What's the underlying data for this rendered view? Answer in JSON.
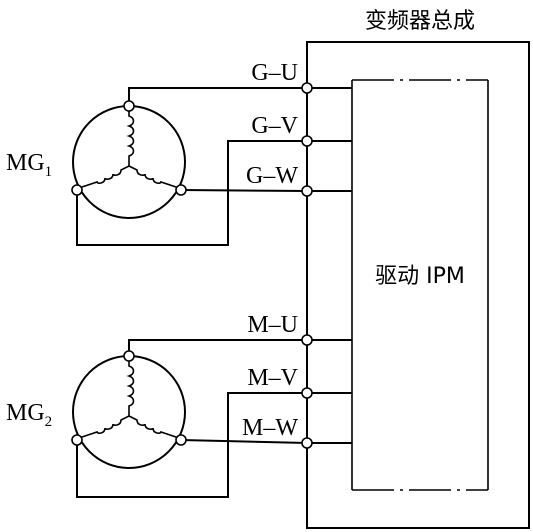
{
  "title": "变频器总成",
  "driver_label": "驱动 IPM",
  "motors": [
    {
      "name": "MG",
      "sub": "1"
    },
    {
      "name": "MG",
      "sub": "2"
    }
  ],
  "terminals": [
    "G–U",
    "G–V",
    "G–W",
    "M–U",
    "M–V",
    "M–W"
  ]
}
